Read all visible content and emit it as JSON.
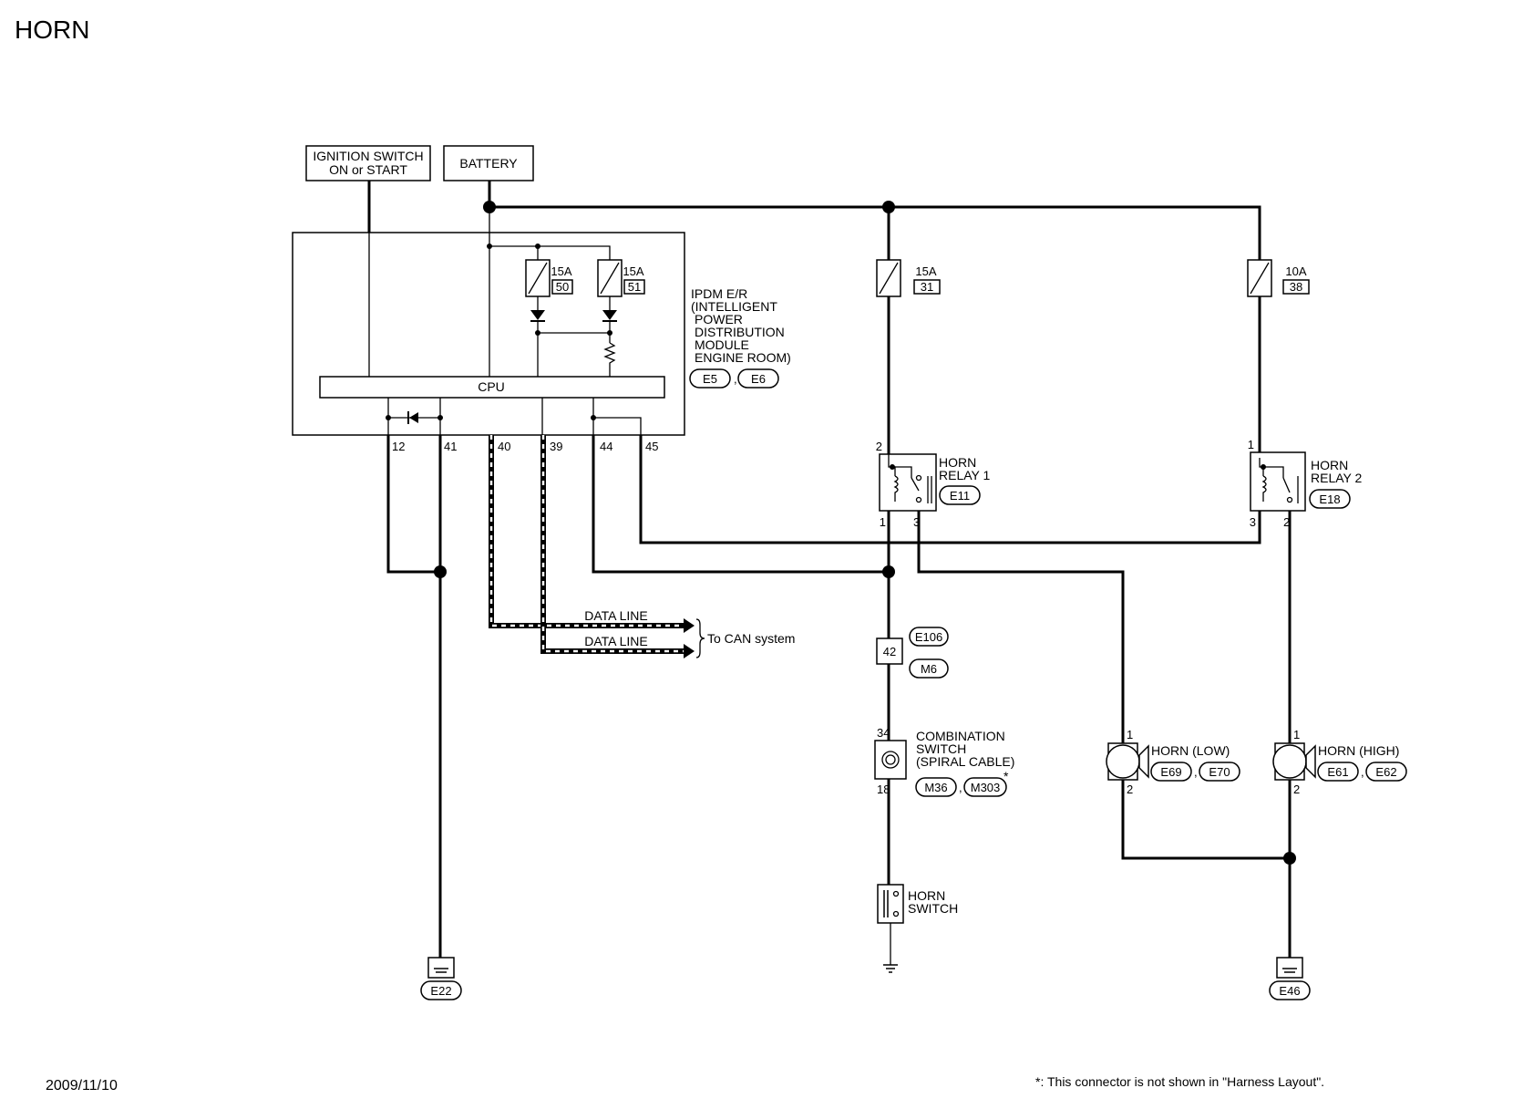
{
  "title": "HORN",
  "date": "2009/11/10",
  "footnote": "*: This connector is not shown in \"Harness Layout\".",
  "power": {
    "ignition": [
      "IGNITION SWITCH",
      "ON or START"
    ],
    "battery": "BATTERY"
  },
  "ipdm": {
    "name_lines": [
      "IPDM E/R",
      "(INTELLIGENT",
      "POWER",
      "DISTRIBUTION",
      "MODULE",
      "ENGINE ROOM)"
    ],
    "connectors": [
      "E5",
      "E6"
    ],
    "cpu": "CPU",
    "fuses": [
      {
        "amp": "15A",
        "num": "50"
      },
      {
        "amp": "15A",
        "num": "51"
      }
    ],
    "pins": [
      "12",
      "41",
      "40",
      "39",
      "44",
      "45"
    ]
  },
  "fuses_external": [
    {
      "amp": "15A",
      "num": "31"
    },
    {
      "amp": "10A",
      "num": "38"
    }
  ],
  "relay1": {
    "name_lines": [
      "HORN",
      "RELAY 1"
    ],
    "connector": "E11",
    "pins": [
      "2",
      "1",
      "3"
    ]
  },
  "relay2": {
    "name_lines": [
      "HORN",
      "RELAY 2"
    ],
    "connector": "E18",
    "pins": [
      "1",
      "3",
      "2"
    ]
  },
  "data_lines": [
    "DATA LINE",
    "DATA LINE"
  ],
  "can_label": "To CAN system",
  "joint_connector": {
    "pin": "42",
    "connectors": [
      "E106",
      "M6"
    ]
  },
  "combination_switch": {
    "name_lines": [
      "COMBINATION",
      "SWITCH",
      "(SPIRAL CABLE)"
    ],
    "connectors": [
      "M36",
      "M303"
    ],
    "star": "*",
    "pins": [
      "34",
      "18"
    ]
  },
  "horn_switch": {
    "name_lines": [
      "HORN",
      "SWITCH"
    ]
  },
  "horn_low": {
    "name": "HORN (LOW)",
    "connectors": [
      "E69",
      "E70"
    ],
    "pins": [
      "1",
      "2"
    ]
  },
  "horn_high": {
    "name": "HORN (HIGH)",
    "connectors": [
      "E61",
      "E62"
    ],
    "pins": [
      "1",
      "2"
    ]
  },
  "grounds": [
    "E22",
    "E46"
  ]
}
